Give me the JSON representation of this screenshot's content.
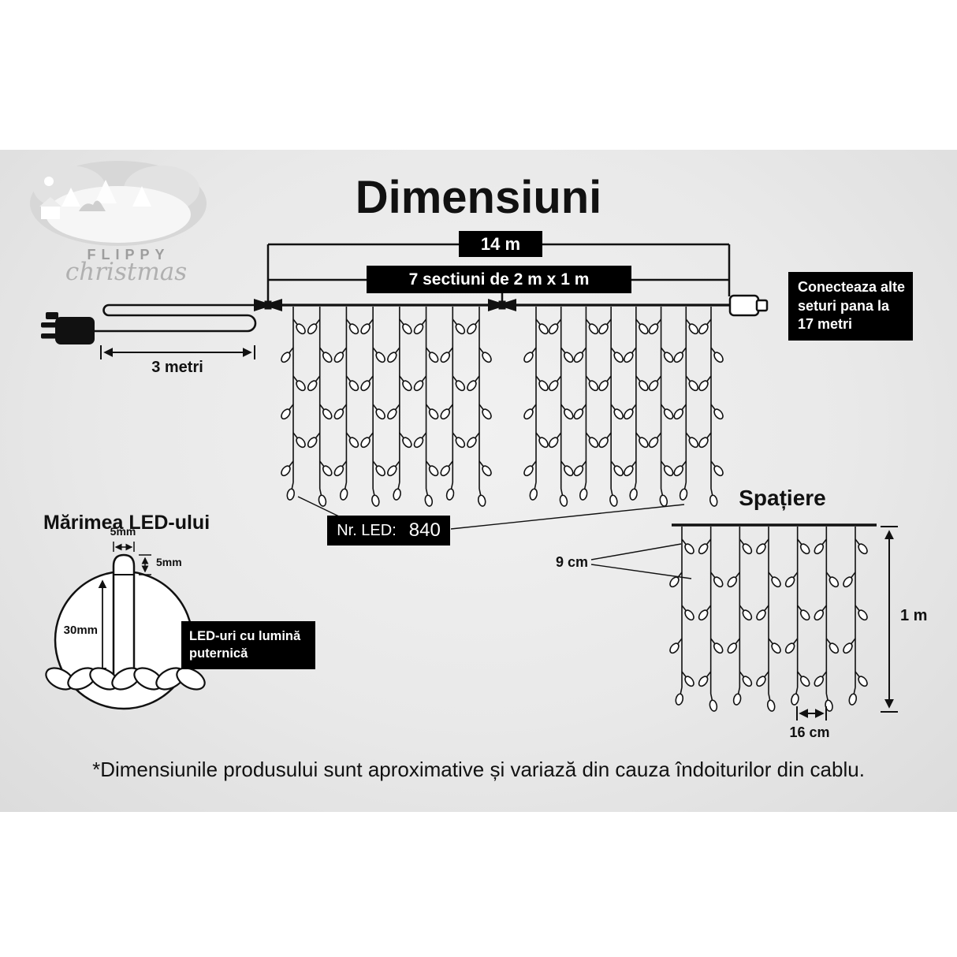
{
  "title": "Dimensiuni",
  "logo": {
    "brand": "FLIPPY",
    "sub": "christmas"
  },
  "diagram": {
    "total_width": "14 m",
    "sections": "7 sectiuni de 2 m x 1 m",
    "connect_note": "Conecteaza alte seturi pana la 17 metri",
    "lead_length": "3 metri",
    "led_count_label": "Nr. LED:",
    "led_count_value": "840"
  },
  "spacing": {
    "title": "Spațiere",
    "vertical_gap": "9 cm",
    "height": "1 m",
    "horizontal_gap": "16 cm"
  },
  "led_size": {
    "title": "Mărimea LED-ului",
    "cap_width": "5mm",
    "cap_height": "5mm",
    "body_height": "30mm",
    "note": "LED-uri cu lumină puternică"
  },
  "footer": {
    "disclaimer": "*Dimensiunile produsului sunt aproximative și variază din cauza îndoiturilor din cablu."
  },
  "figure": {
    "curtain_sections": 2,
    "strands_per_section": 8,
    "spacing_strands": 7,
    "leds_per_strand": 7,
    "colors": {
      "ink": "#111111",
      "box_bg": "#000000",
      "box_text": "#ffffff"
    }
  }
}
